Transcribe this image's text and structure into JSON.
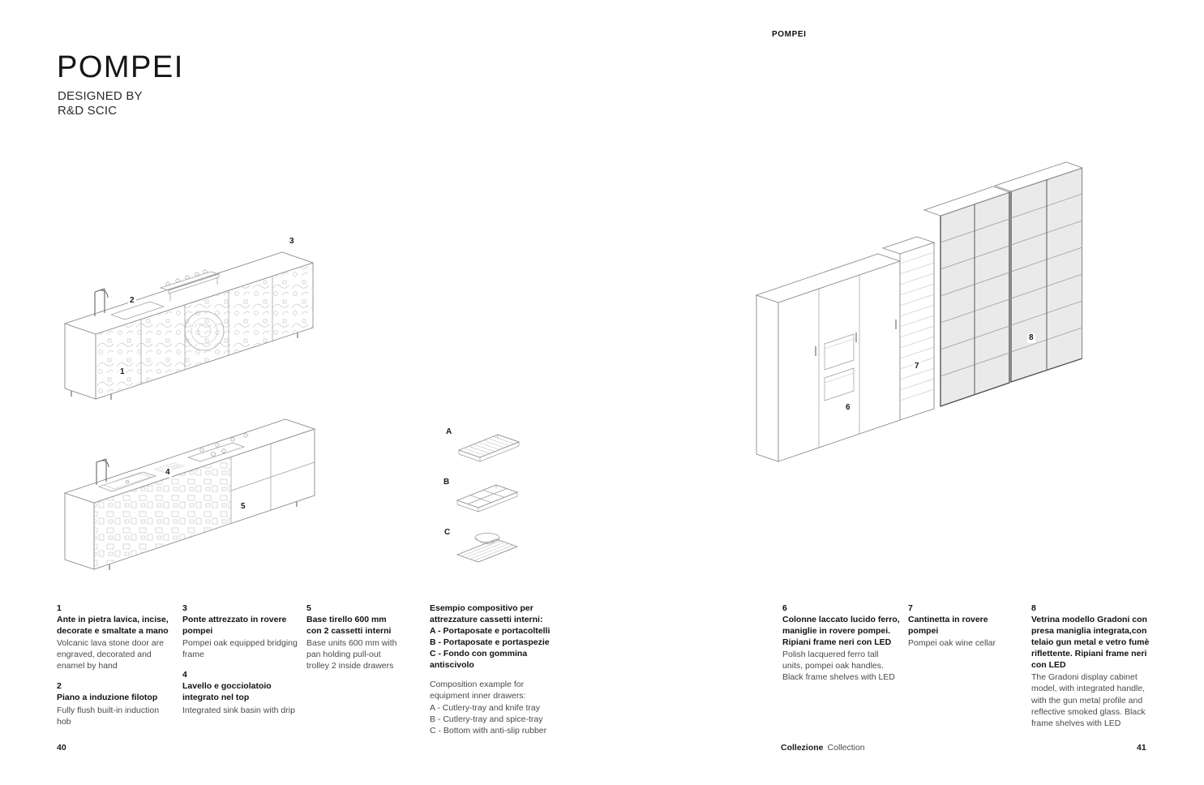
{
  "left_page": {
    "title": "POMPEI",
    "designed_by": "DESIGNED BY\nR&D SCIC",
    "page_number": "40",
    "callouts": {
      "c1": "1",
      "c2": "2",
      "c3": "3",
      "c4": "4",
      "c5": "5"
    },
    "tray_labels": {
      "a": "A",
      "b": "B",
      "c": "C"
    },
    "legend_columns": [
      {
        "items": [
          {
            "num": "1",
            "title": "Ante in pietra lavica, incise, decorate e smaltate a mano",
            "body": "Volcanic lava stone door are engraved, decorated and enamel by hand"
          },
          {
            "num": "2",
            "title": "Piano a induzione filotop",
            "body": "Fully flush built-in induction hob"
          }
        ]
      },
      {
        "items": [
          {
            "num": "3",
            "title": "Ponte attrezzato in rovere pompei",
            "body": "Pompei oak equipped bridging frame"
          },
          {
            "num": "4",
            "title": "Lavello e gocciolatoio integrato nel top",
            "body": "Integrated sink basin with drip"
          }
        ]
      },
      {
        "items": [
          {
            "num": "5",
            "title": "Base tirello 600 mm con 2 cassetti interni",
            "body": "Base units 600 mm with pan holding pull-out trolley 2 inside drawers"
          }
        ]
      },
      {
        "items": [
          {
            "num": "",
            "title": "Esempio compositivo per attrezzature cassetti interni:\nA - Portaposate e portacoltelli\nB - Portaposate e portaspezie\nC - Fondo con gommina antiscivolo",
            "body": "Composition example for equipment inner drawers:\nA - Cutlery-tray and knife tray\nB - Cutlery-tray and spice-tray\nC - Bottom with anti-slip rubber"
          }
        ]
      }
    ]
  },
  "right_page": {
    "header": "POMPEI",
    "page_number": "41",
    "footer": {
      "label_it": "Collezione",
      "label_en": "Collection"
    },
    "callouts": {
      "c6": "6",
      "c7": "7",
      "c8": "8"
    },
    "legend_columns": [
      {
        "items": [
          {
            "num": "6",
            "title": "Colonne laccato lucido ferro, maniglie in rovere pompei. Ripiani frame neri con LED",
            "body": "Polish lacquered ferro tall units, pompei oak handles. Black frame shelves with LED"
          }
        ]
      },
      {
        "items": [
          {
            "num": "7",
            "title": "Cantinetta in rovere pompei",
            "body": "Pompei oak wine cellar"
          }
        ]
      },
      {
        "items": [
          {
            "num": "8",
            "title": "Vetrina modello Gradoni con presa maniglia integrata,con telaio gun metal e vetro fumè riflettente. Ripiani frame neri con LED",
            "body": "The Gradoni display cabinet model, with integrated handle, with the gun metal profile and reflective smoked glass. Black frame shelves with LED"
          }
        ]
      }
    ]
  }
}
